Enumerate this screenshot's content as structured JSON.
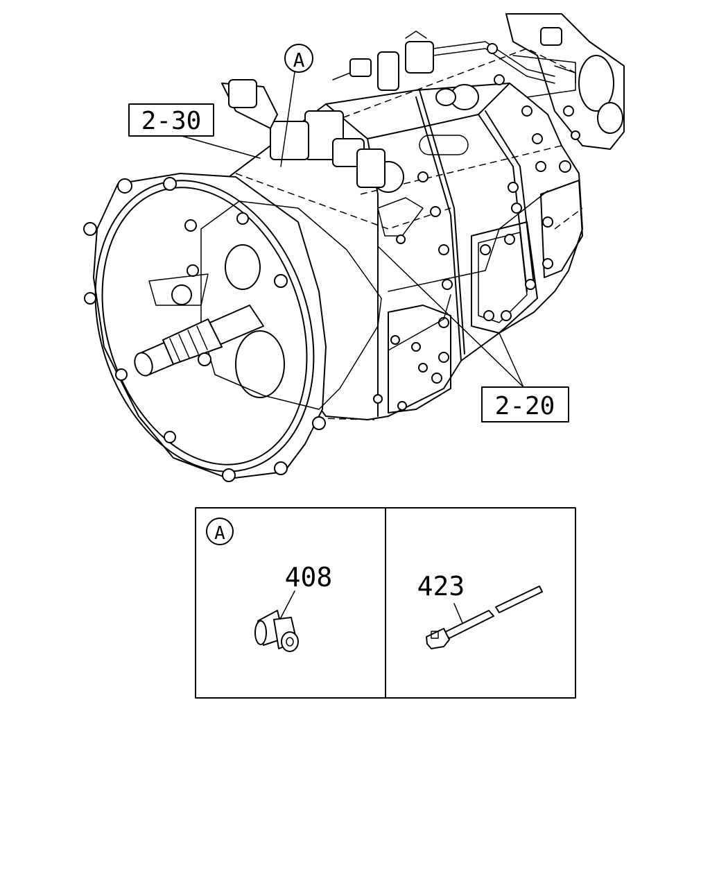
{
  "callouts": {
    "ref_2_30": "2-30",
    "ref_2_20": "2-20",
    "detail_marker": "A"
  },
  "detail_box": {
    "marker": "A",
    "part_408": "408",
    "part_423": "423"
  }
}
